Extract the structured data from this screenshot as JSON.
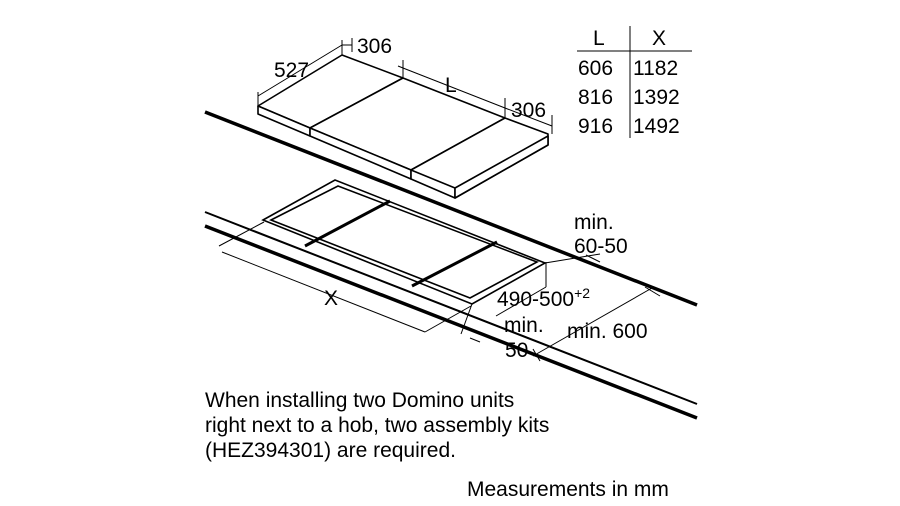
{
  "dimensions": {
    "depth": "527",
    "side_width_left": "306",
    "length": "L",
    "side_width_right": "306",
    "cutout_length": "X",
    "min_front": "min.",
    "min_front_value": "50",
    "cutout_depth": "490-500",
    "cutout_depth_tolerance": "+2",
    "min_back": "min.",
    "min_back_value": "60-50",
    "min_worktop": "min. 600"
  },
  "table": {
    "headers": [
      "L",
      "X"
    ],
    "rows": [
      {
        "l": "606",
        "x": "1182"
      },
      {
        "l": "816",
        "x": "1392"
      },
      {
        "l": "916",
        "x": "1492"
      }
    ]
  },
  "note": {
    "lines": [
      "When installing two Domino units",
      "right next to a hob, two assembly kits",
      "(HEZ394301) are required."
    ]
  },
  "footer": "Measurements in mm"
}
